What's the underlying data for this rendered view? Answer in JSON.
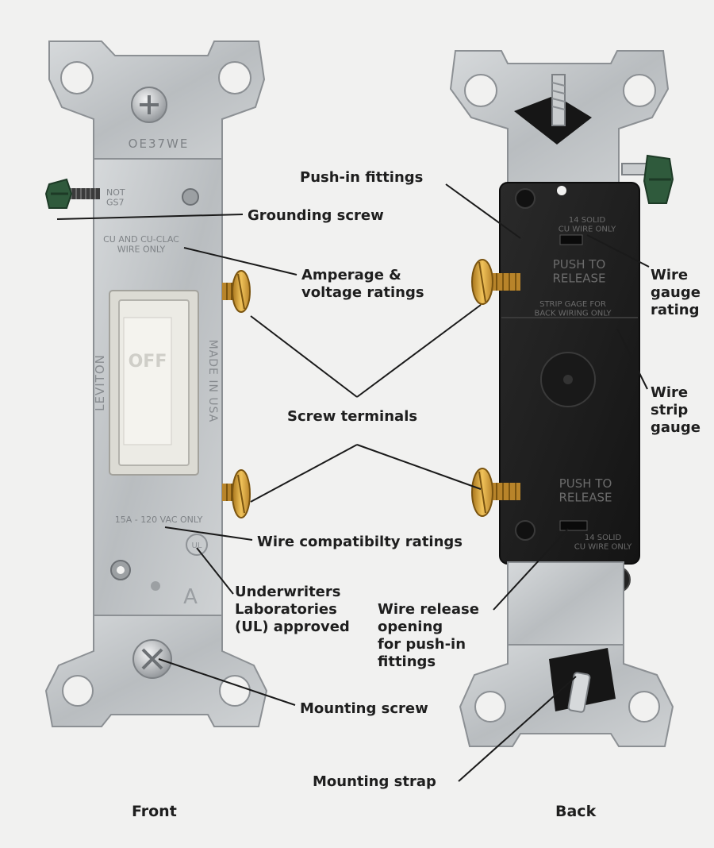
{
  "views": {
    "front": "Front",
    "back": "Back"
  },
  "switch_front": {
    "stamp_top": "OE37WE",
    "stamp_note": "NOT\nGS7",
    "stamp_cu": "CU AND CU-CLAC\nWIRE ONLY",
    "brand": "LEVITON",
    "made_in": "MADE IN USA",
    "rocker_off": "OFF",
    "rating": "15A - 120 VAC ONLY",
    "ul_mark": "UL",
    "letter_mark": "A"
  },
  "switch_back": {
    "wire_rating_top": "14 SOLID\nCU WIRE ONLY",
    "push_release_top": "PUSH TO\nRELEASE",
    "strip_gage": "STRIP GAGE FOR\nBACK WIRING ONLY",
    "push_release_bottom": "PUSH TO\nRELEASE",
    "wire_rating_bottom": "14 SOLID\nCU WIRE ONLY"
  },
  "labels": {
    "push_in": "Push-in fittings",
    "grounding": "Grounding screw",
    "amperage": "Amperage &\nvoltage ratings",
    "wire_gauge": "Wire\ngauge\nrating",
    "screw_terminals": "Screw terminals",
    "wire_strip": "Wire\nstrip\ngauge",
    "wire_compat": "Wire compatibilty ratings",
    "ul": "Underwriters\nLaboratories\n(UL) approved",
    "wire_release": "Wire release\nopening\nfor push-in\nfittings",
    "mounting_screw": "Mounting screw",
    "mounting_strap": "Mounting strap"
  },
  "colors": {
    "background": "#f1f1f0",
    "metal": "#c3c6c8",
    "metal_edge": "#8c9094",
    "brass": "#d9a437",
    "green_screw": "#2f5a3c",
    "back_body": "#1d1d1d",
    "rocker": "#ecebe5",
    "leader": "#1a1a1a"
  }
}
